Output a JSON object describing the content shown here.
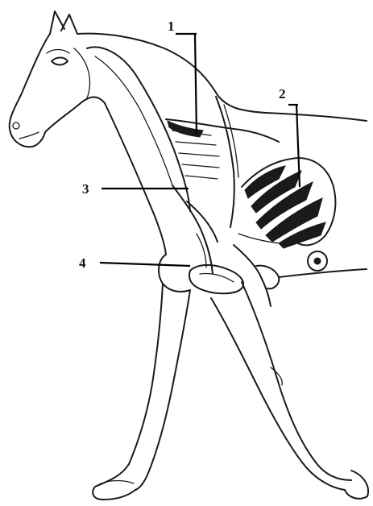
{
  "callouts": [
    {
      "number": "1"
    },
    {
      "number": "2"
    },
    {
      "number": "3"
    },
    {
      "number": "4"
    }
  ],
  "colors": {
    "ink": "#1a1a1a",
    "background": "#ffffff"
  }
}
